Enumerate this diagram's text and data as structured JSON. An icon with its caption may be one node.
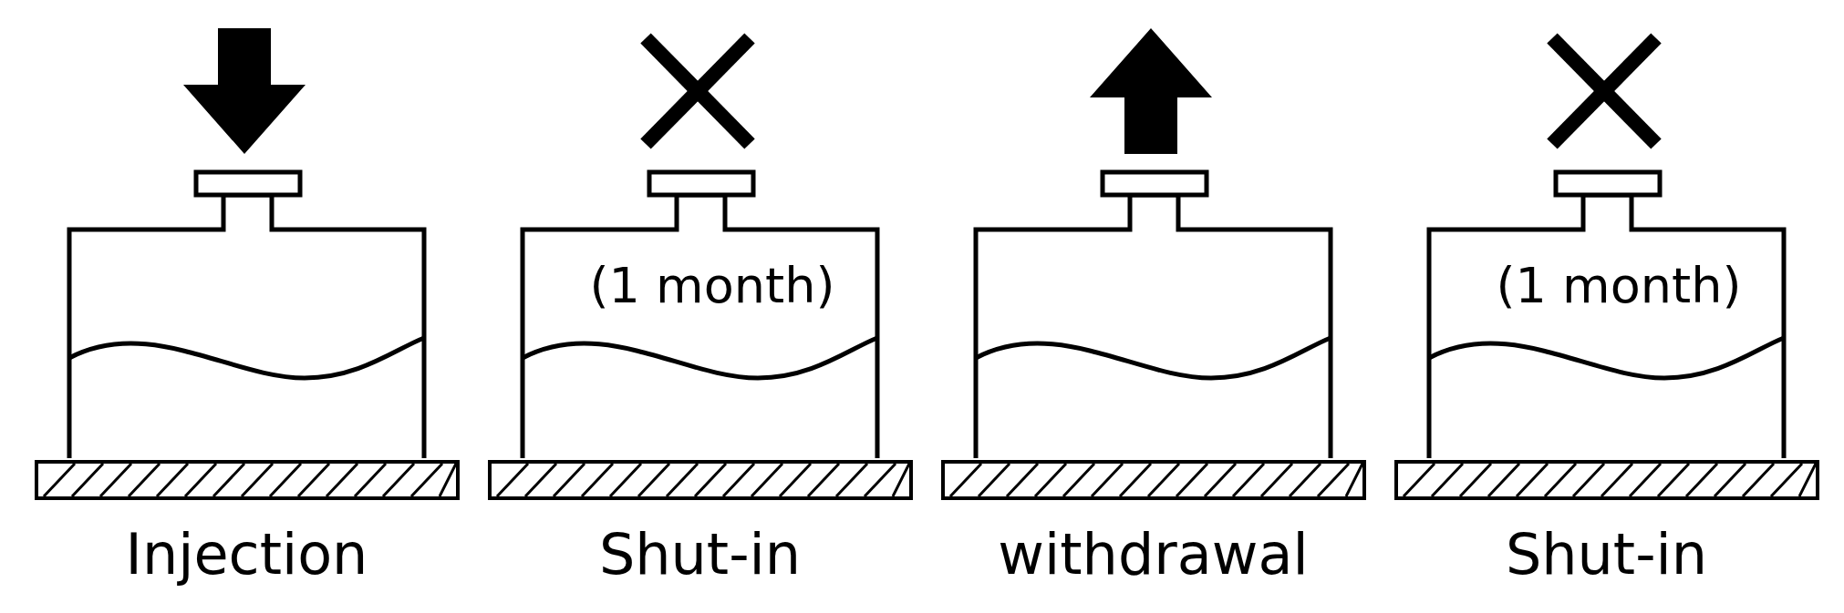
{
  "diagram": {
    "nodes": [
      {
        "text": [],
        "shape": "box",
        "beside": [
          "Injection"
        ]
      },
      {
        "text": [
          "(1 month)"
        ],
        "beside": [
          "Shut-in"
        ]
      },
      {
        "text": [],
        "shape": "box",
        "beside": [
          "withdrawal"
        ]
      },
      {
        "text": [
          "(1 month)"
        ],
        "beside": [
          "Shut-in"
        ]
      }
    ],
    "edges": [
      {
        "from": null,
        "to": 0,
        "arrow": "to"
      },
      {
        "from": 2,
        "to": null,
        "arrow": "to"
      }
    ]
  }
}
